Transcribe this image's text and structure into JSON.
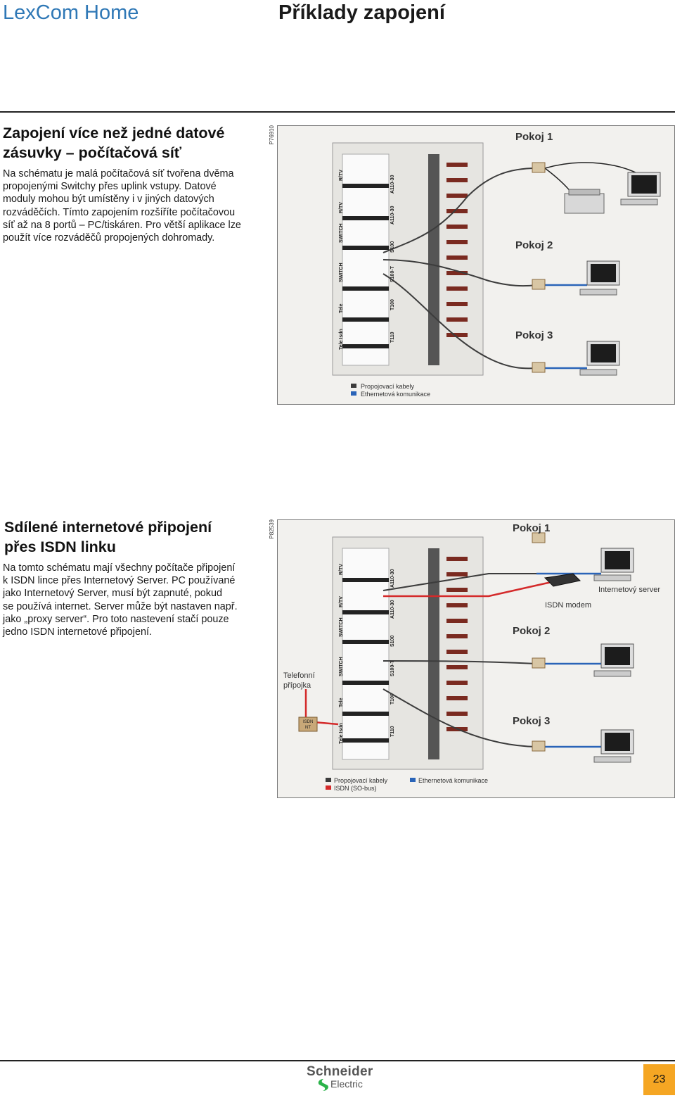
{
  "header": {
    "brand": "LexCom Home",
    "title": "Příklady zapojení"
  },
  "section1": {
    "title_line1": "Zapojení více než jedné datové",
    "title_line2": "zásuvky – počítačová síť",
    "lines": [
      "Na schématu je malá počítačová síť tvořena dvěma",
      "propojenými Switchy přes uplink vstupy. Datové",
      "moduly mohou být umístěny i v jiných datových",
      "rozváděčích. Tímto zapojením rozšíříte počítačovou",
      "síť až na 8 portů – PC/tiskáren. Pro větší aplikace lze",
      "použít více rozváděčů propojených dohromady."
    ],
    "figure": {
      "code": "P76910",
      "rooms": [
        "Pokoj 1",
        "Pokoj 2",
        "Pokoj 3"
      ],
      "modules": [
        "R/TV",
        "R/TV",
        "SWITCH",
        "SWITCH",
        "Tele",
        "Tele Isdn"
      ],
      "module_codes": [
        "A110-30",
        "A110-30",
        "S100",
        "S100-T",
        "T100",
        "T110"
      ],
      "legend": [
        "Propojovací kabely",
        "Ethernetová komunikace"
      ]
    }
  },
  "section2": {
    "title_line1": "Sdílené internetové připojení",
    "title_line2": "přes ISDN linku",
    "lines": [
      "Na tomto schématu mají všechny počítače připojení",
      "k ISDN lince přes Internetový Server. PC používané",
      "jako Internetový Server, musí být zapnuté, pokud",
      "se používá internet. Server může být nastaven např.",
      "jako „proxy server“. Pro toto nastevení stačí pouze",
      "jedno ISDN internetové připojení."
    ],
    "figure": {
      "code": "P82539",
      "rooms": [
        "Pokoj 1",
        "Pokoj 2",
        "Pokoj 3"
      ],
      "server_label": "Internetový server",
      "modem_label": "ISDN modem",
      "telephone_line_1": "Telefonní",
      "telephone_line_2": "přípojka",
      "isdn_box_1": "ISDN",
      "isdn_box_2": "NT",
      "modules": [
        "R/TV",
        "R/TV",
        "SWITCH",
        "SWITCH",
        "Tele",
        "Tele Isdn"
      ],
      "module_codes": [
        "A110-30",
        "A110-30",
        "S100",
        "S100-T",
        "T100",
        "T110"
      ],
      "legend": [
        "Propojovací kabely",
        "Ethernetová komunikace",
        "ISDN (SO-bus)"
      ]
    }
  },
  "footer": {
    "logo_name": "Schneider",
    "logo_sub": "Electric",
    "page_number": "23"
  },
  "colors": {
    "brand": "#2f78b6",
    "page_number_bg": "#f5a623",
    "cable": "#3c3c3c",
    "ethernet": "#2a64b8",
    "isdn": "#d42a2a"
  },
  "icons": [
    "computer-icon",
    "printer-icon",
    "modem-icon",
    "socket-icon",
    "logo-icon"
  ]
}
